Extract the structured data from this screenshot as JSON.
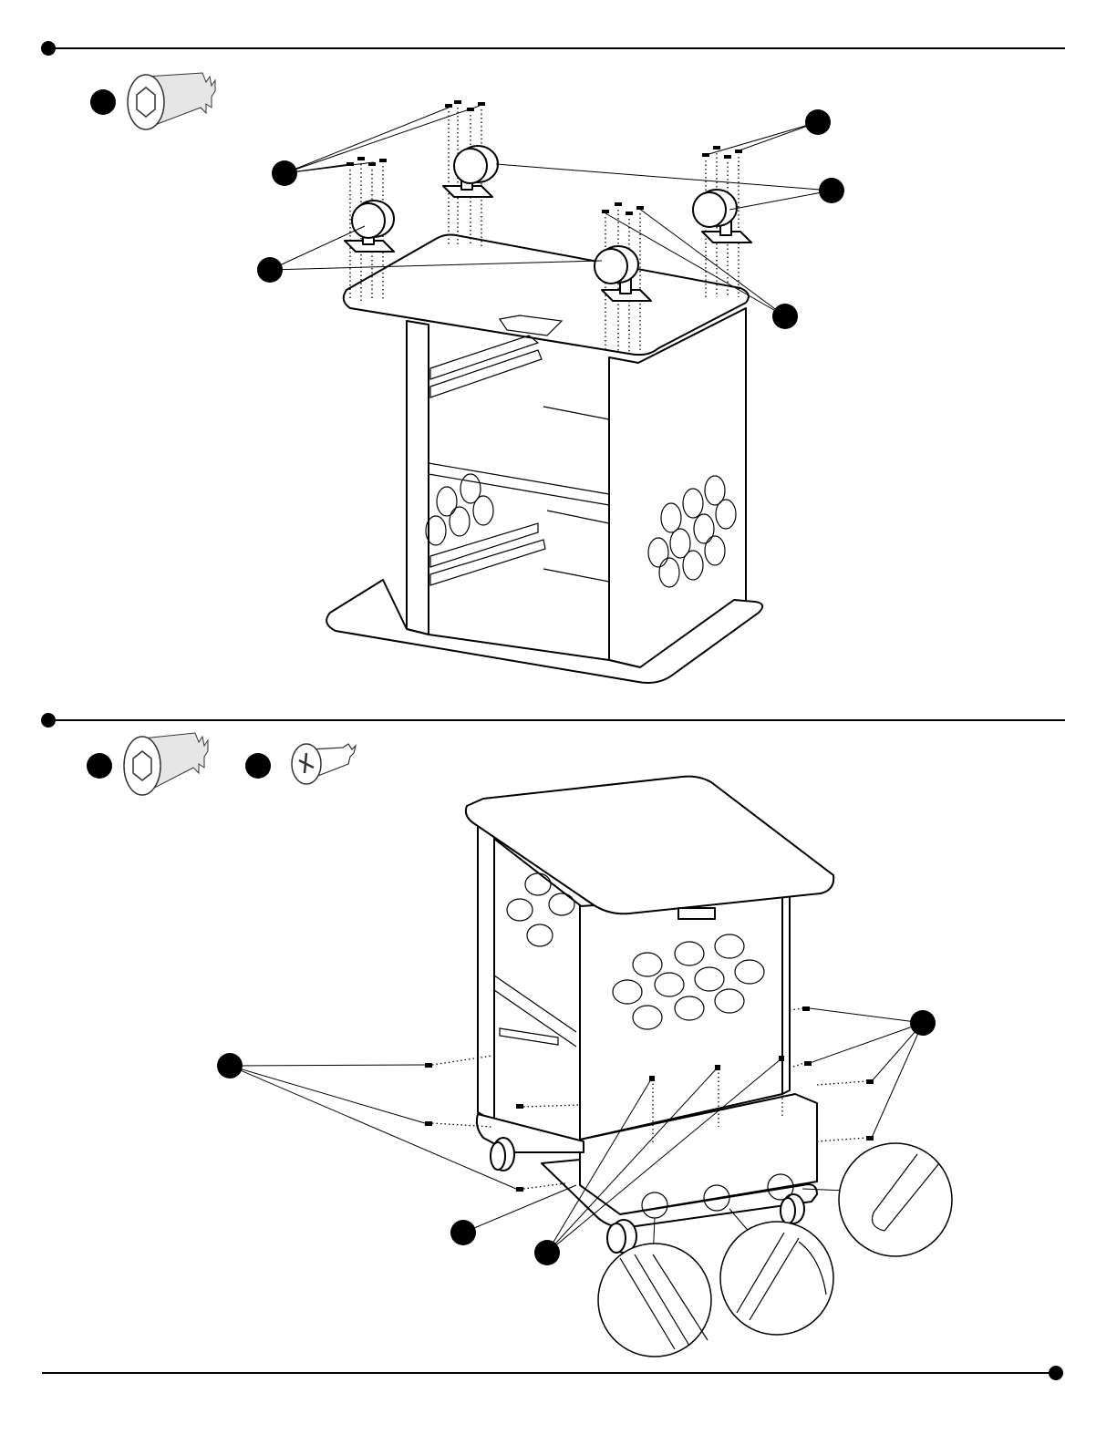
{
  "page": {
    "title": ""
  },
  "steps": [
    {
      "id": "step-1",
      "hardware": [
        {
          "icon": "hex-socket-bolt-icon"
        }
      ],
      "callouts": 6
    },
    {
      "id": "step-2",
      "hardware": [
        {
          "icon": "hex-socket-bolt-icon"
        },
        {
          "icon": "self-tapping-screw-icon"
        }
      ],
      "callouts": 4,
      "detail_views": 4
    }
  ],
  "colors": {
    "ink": "#000000",
    "paper": "#ffffff"
  }
}
